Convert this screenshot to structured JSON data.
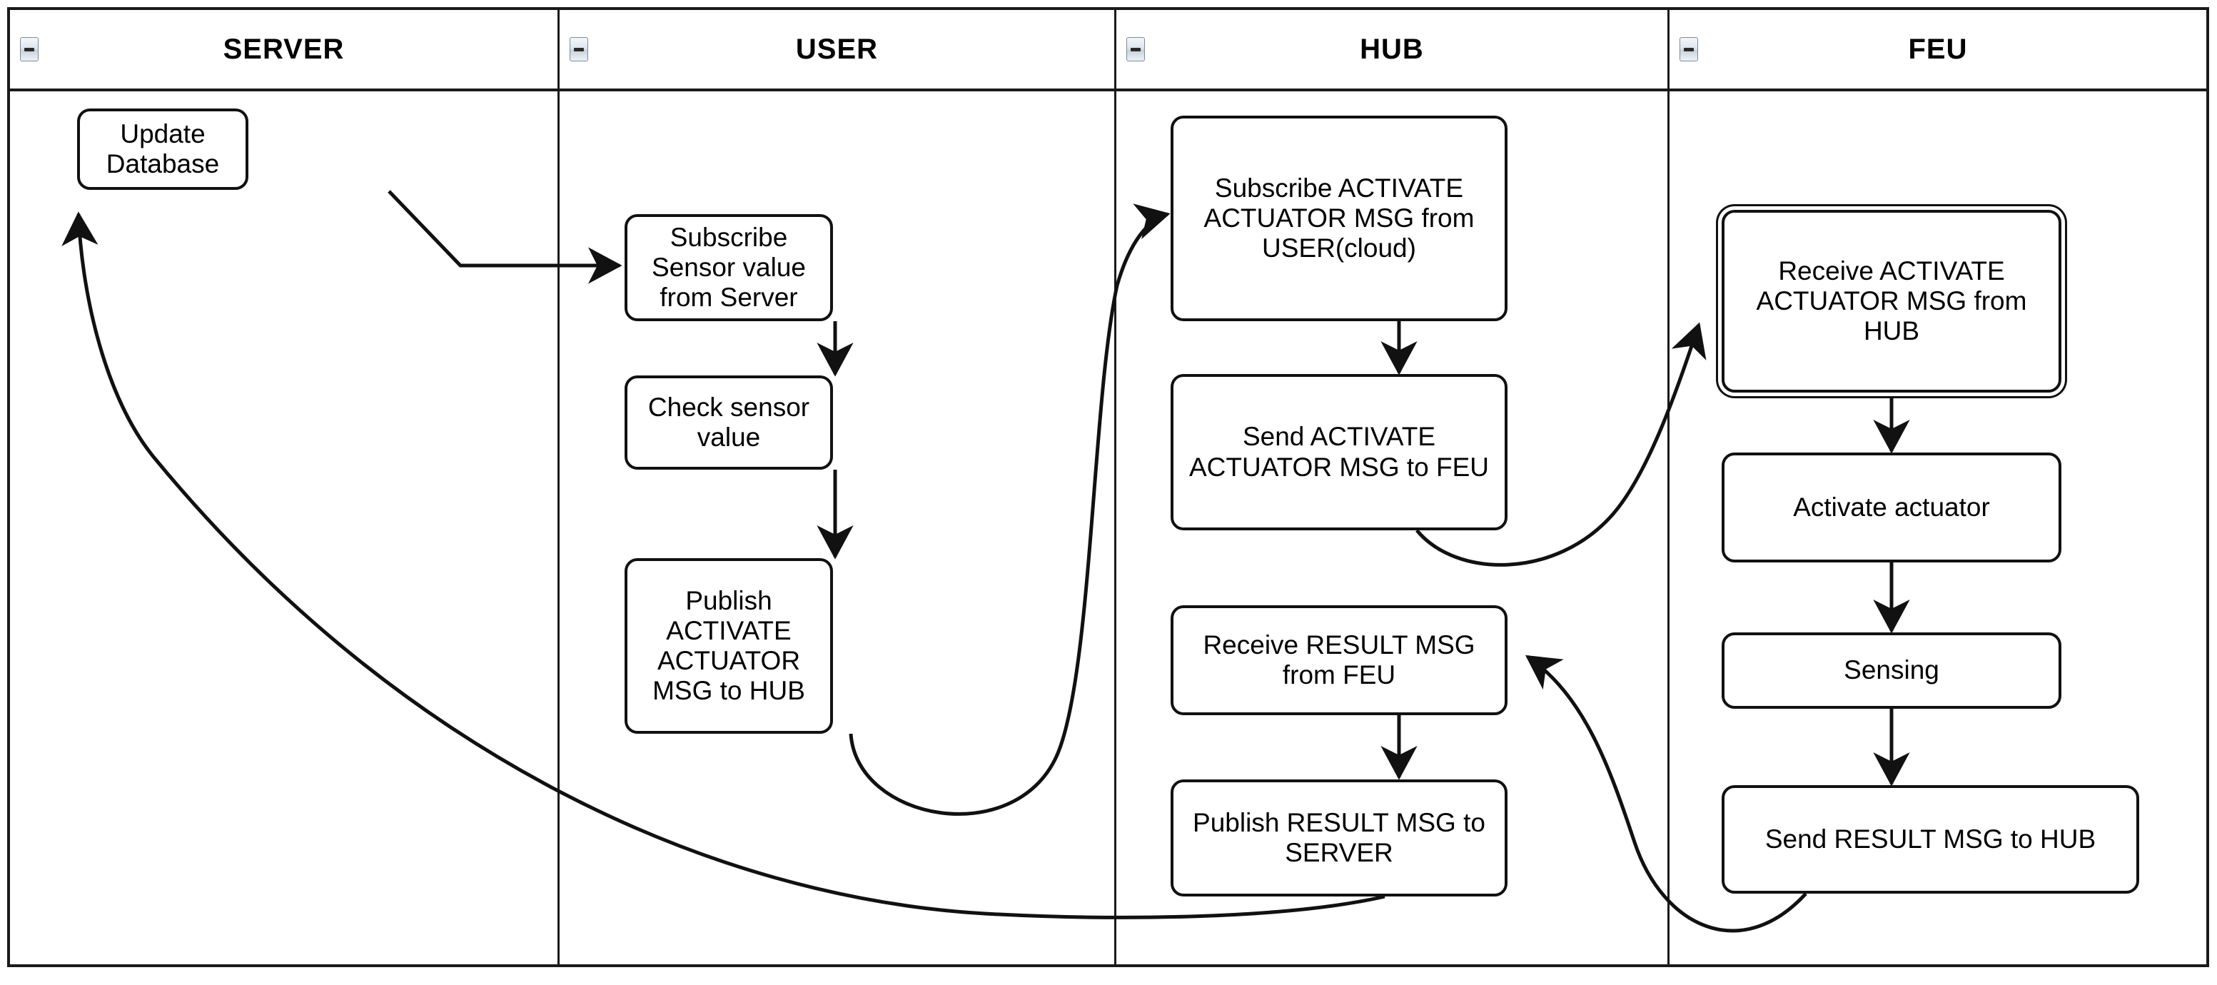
{
  "diagram": {
    "title": "IoT Actuation Sequence Swimlane Flowchart",
    "type": "swimlane-flowchart",
    "colors": {
      "stroke": "#111111",
      "fill": "#ffffff",
      "lane_border": "#1a1a1a",
      "text": "#000000"
    }
  },
  "lanes": [
    {
      "id": "server",
      "label": "SERVER",
      "collapse_icon": "minus-icon"
    },
    {
      "id": "user",
      "label": "USER",
      "collapse_icon": "minus-icon"
    },
    {
      "id": "hub",
      "label": "HUB",
      "collapse_icon": "minus-icon"
    },
    {
      "id": "feu",
      "label": "FEU",
      "collapse_icon": "minus-icon"
    }
  ],
  "nodes": [
    {
      "id": "n1",
      "lane": "server",
      "text": "Update Database"
    },
    {
      "id": "n2",
      "lane": "user",
      "text": "Subscribe Sensor value from Server"
    },
    {
      "id": "n3",
      "lane": "user",
      "text": "Check sensor value"
    },
    {
      "id": "n4",
      "lane": "user",
      "text": "Publish ACTIVATE ACTUATOR MSG to HUB"
    },
    {
      "id": "n5",
      "lane": "hub",
      "text": "Subscribe ACTIVATE ACTUATOR MSG from USER(cloud)"
    },
    {
      "id": "n6",
      "lane": "hub",
      "text": "Send ACTIVATE ACTUATOR MSG to FEU"
    },
    {
      "id": "n7",
      "lane": "hub",
      "text": "Receive RESULT MSG from FEU"
    },
    {
      "id": "n8",
      "lane": "hub",
      "text": "Publish RESULT MSG to SERVER"
    },
    {
      "id": "n9",
      "lane": "feu",
      "text": "Receive ACTIVATE ACTUATOR MSG from HUB"
    },
    {
      "id": "n10",
      "lane": "feu",
      "text": "Activate actuator"
    },
    {
      "id": "n11",
      "lane": "feu",
      "text": "Sensing"
    },
    {
      "id": "n12",
      "lane": "feu",
      "text": "Send RESULT MSG to HUB"
    }
  ],
  "edges": [
    {
      "id": "e1",
      "from": "n1",
      "to": "n2",
      "label": ""
    },
    {
      "id": "e2",
      "from": "n2",
      "to": "n3",
      "label": ""
    },
    {
      "id": "e3",
      "from": "n3",
      "to": "n4",
      "label": ""
    },
    {
      "id": "e4",
      "from": "n4",
      "to": "n5",
      "label": ""
    },
    {
      "id": "e5",
      "from": "n5",
      "to": "n6",
      "label": ""
    },
    {
      "id": "e6",
      "from": "n6",
      "to": "n9",
      "label": ""
    },
    {
      "id": "e7",
      "from": "n9",
      "to": "n10",
      "label": ""
    },
    {
      "id": "e8",
      "from": "n10",
      "to": "n11",
      "label": ""
    },
    {
      "id": "e9",
      "from": "n11",
      "to": "n12",
      "label": ""
    },
    {
      "id": "e10",
      "from": "n12",
      "to": "n7",
      "label": ""
    },
    {
      "id": "e11",
      "from": "n7",
      "to": "n8",
      "label": ""
    },
    {
      "id": "e12",
      "from": "n8",
      "to": "n1",
      "label": ""
    }
  ]
}
